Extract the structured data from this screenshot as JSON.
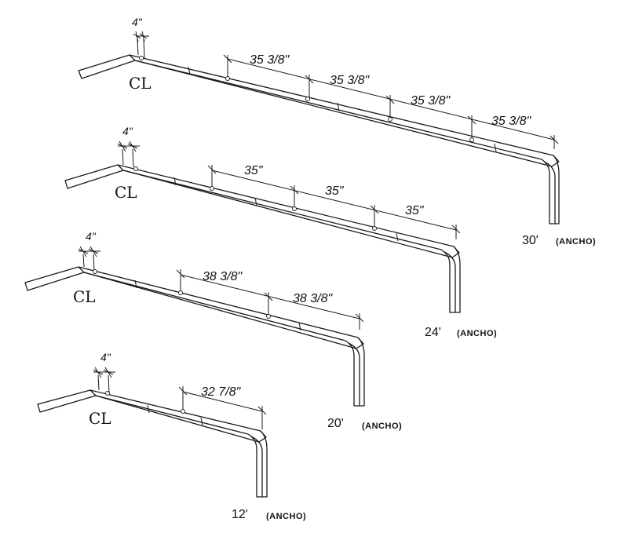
{
  "frames": [
    {
      "id": "30",
      "spacing_label": "35 3/8\"",
      "spacing_count": 4,
      "offset_label": "4\"",
      "centerline": "CL",
      "width_label": "30'",
      "width_note": "(ANCHO)"
    },
    {
      "id": "24",
      "spacing_label": "35\"",
      "spacing_count": 3,
      "offset_label": "4\"",
      "centerline": "CL",
      "width_label": "24'",
      "width_note": "(ANCHO)"
    },
    {
      "id": "20",
      "spacing_label": "38 3/8\"",
      "spacing_count": 2,
      "offset_label": "4\"",
      "centerline": "CL",
      "width_label": "20'",
      "width_note": "(ANCHO)"
    },
    {
      "id": "12",
      "spacing_label": "32 7/8\"",
      "spacing_count": 1,
      "offset_label": "4\"",
      "centerline": "CL",
      "width_label": "12'",
      "width_note": "(ANCHO)"
    }
  ]
}
